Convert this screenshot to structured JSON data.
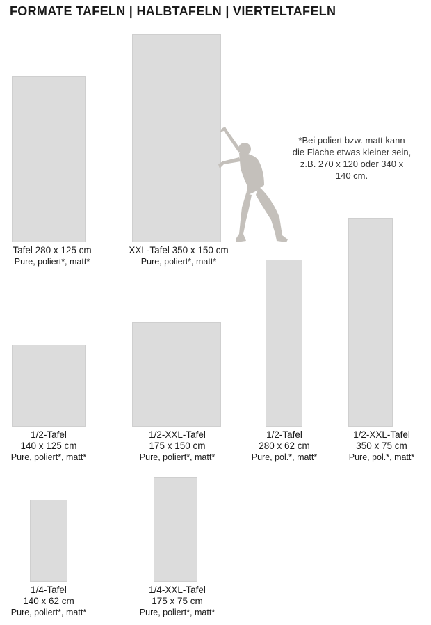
{
  "title": "FORMATE TAFELN | HALBTAFELN | VIERTELTAFELN",
  "note": "*Bei poliert bzw. matt kann die Fläche etwas kleiner sein, z.B. 270 x 120 oder 340 x 140 cm.",
  "slab_color": "#dcdcdc",
  "figure_color": "#c4c0bb",
  "formats": {
    "tafel": {
      "line1": "Tafel 280 x 125 cm",
      "sub": "Pure, poliert*, matt*"
    },
    "xxl_tafel": {
      "line1": "XXL-Tafel 350 x 150 cm",
      "sub": "Pure, poliert*, matt*"
    },
    "half_tafel": {
      "line1": "1/2-Tafel",
      "line2": "140 x 125 cm",
      "sub": "Pure, poliert*, matt*"
    },
    "half_xxl_tafel": {
      "line1": "1/2-XXL-Tafel",
      "line2": "175 x 150 cm",
      "sub": "Pure, poliert*, matt*"
    },
    "half_tafel_narrow": {
      "line1": "1/2-Tafel",
      "line2": "280 x 62 cm",
      "sub": "Pure, pol.*, matt*"
    },
    "half_xxl_tafel_narrow": {
      "line1": "1/2-XXL-Tafel",
      "line2": "350 x 75 cm",
      "sub": "Pure, pol.*, matt*"
    },
    "quarter_tafel": {
      "line1": "1/4-Tafel",
      "line2": "140 x 62 cm",
      "sub": "Pure, poliert*, matt*"
    },
    "quarter_xxl_tafel": {
      "line1": "1/4-XXL-Tafel",
      "line2": "175 x 75 cm",
      "sub": "Pure, poliert*, matt*"
    }
  }
}
